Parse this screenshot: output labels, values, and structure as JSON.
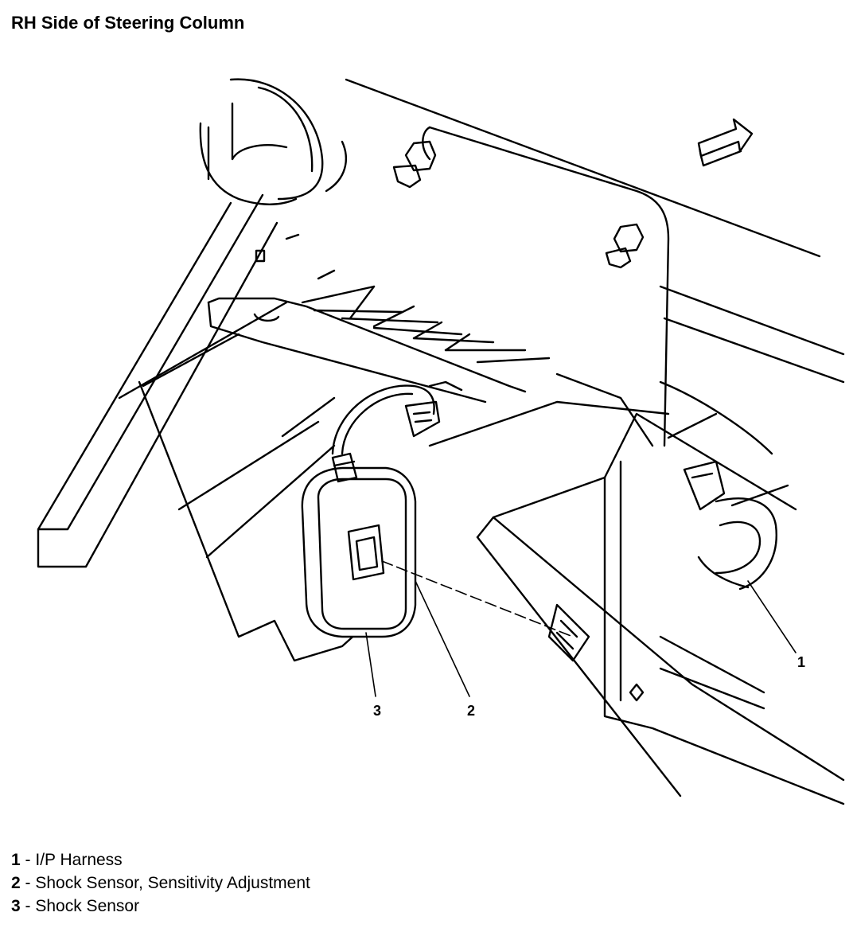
{
  "title": "RH Side of Steering Column",
  "callouts": [
    {
      "number": "1"
    },
    {
      "number": "2"
    },
    {
      "number": "3"
    }
  ],
  "legend": [
    {
      "number": "1",
      "sep": " - ",
      "label": "I/P Harness"
    },
    {
      "number": "2",
      "sep": " - ",
      "label": "Shock Sensor, Sensitivity Adjustment"
    },
    {
      "number": "3",
      "sep": " - ",
      "label": "Shock Sensor"
    }
  ],
  "icons": {
    "direction_arrow": "forward-arrow-icon"
  }
}
